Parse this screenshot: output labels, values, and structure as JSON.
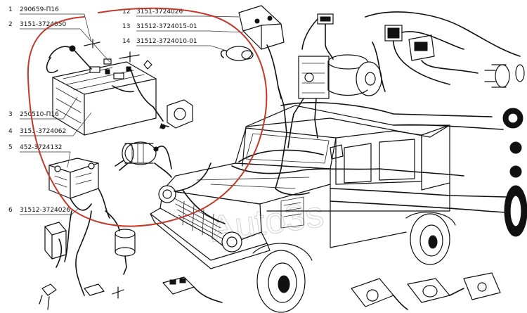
{
  "labels": {
    "l1": {
      "num": "1",
      "code": "290659-П16"
    },
    "l2": {
      "num": "2",
      "code": "3151-3724050"
    },
    "l3": {
      "num": "3",
      "code": "250510-П16"
    },
    "l4": {
      "num": "4",
      "code": "3151-3724062"
    },
    "l5": {
      "num": "5",
      "code": "452-3724132"
    },
    "l6": {
      "num": "6",
      "code": "31512-3724026"
    },
    "l12": {
      "num": "12",
      "code": "3151-3724026"
    },
    "l13": {
      "num": "13",
      "code": "31512-3724015-01"
    },
    "l14": {
      "num": "14",
      "code": "31512-3724010-01"
    }
  },
  "watermark": "Auto3s",
  "annotation": {
    "color": "#c0392b",
    "shape": "freehand-loop"
  }
}
